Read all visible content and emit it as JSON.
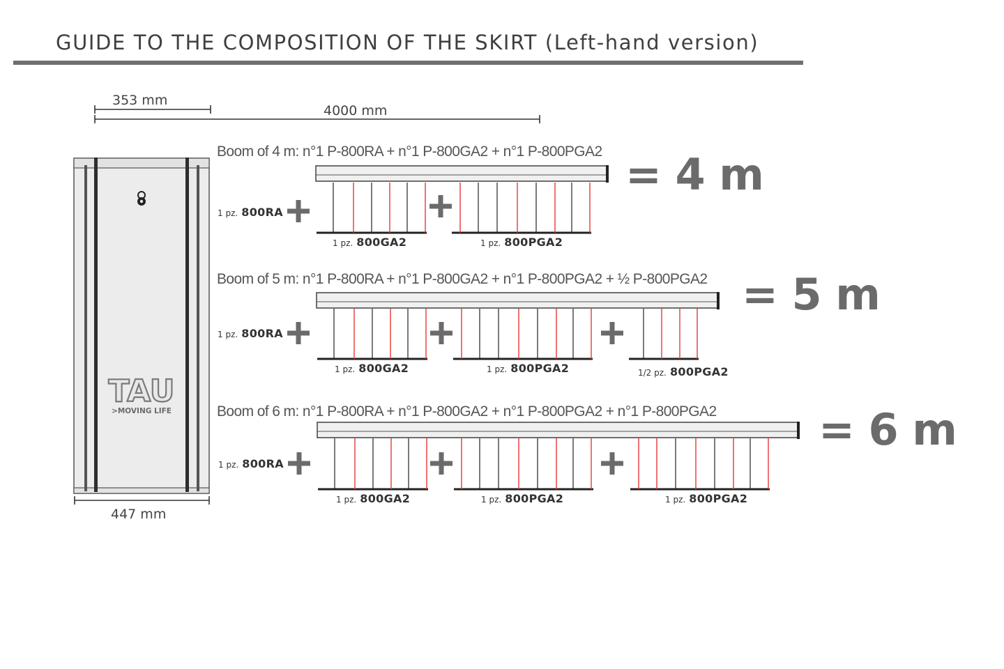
{
  "header": {
    "title": "GUIDE TO THE COMPOSITION OF THE SKIRT (Left-hand version)"
  },
  "dimensions": {
    "inner_width": "353 mm",
    "boom_length": "4000 mm",
    "cabinet_width": "447 mm"
  },
  "cabinet": {
    "brand": "TAU",
    "tagline": ">MOVING LIFE"
  },
  "compositions": [
    {
      "formula": "Boom of 4 m: n°1 P-800RA + n°1 P-800GA2 + n°1 P-800PGA2",
      "result": "= 4 m",
      "base": {
        "qty": "1 pz.",
        "code": "800RA"
      },
      "pieces": [
        {
          "qty": "1 pz.",
          "code": "800GA2"
        },
        {
          "qty": "1 pz.",
          "code": "800PGA2"
        }
      ]
    },
    {
      "formula": "Boom of 5 m: n°1 P-800RA + n°1 P-800GA2 + n°1 P-800PGA2 + ½ P-800PGA2",
      "result": "= 5 m",
      "base": {
        "qty": "1 pz.",
        "code": "800RA"
      },
      "pieces": [
        {
          "qty": "1 pz.",
          "code": "800GA2"
        },
        {
          "qty": "1 pz.",
          "code": "800PGA2"
        },
        {
          "qty": "1/2 pz.",
          "code": "800PGA2"
        }
      ]
    },
    {
      "formula": "Boom of 6 m: n°1 P-800RA + n°1 P-800GA2 + n°1 P-800PGA2 + n°1 P-800PGA2",
      "result": "= 6 m",
      "base": {
        "qty": "1 pz.",
        "code": "800RA"
      },
      "pieces": [
        {
          "qty": "1 pz.",
          "code": "800GA2"
        },
        {
          "qty": "1 pz.",
          "code": "800PGA2"
        },
        {
          "qty": "1 pz.",
          "code": "800PGA2"
        }
      ]
    }
  ],
  "colors": {
    "accent_red": "#e53935",
    "rule_gray": "#6f6f6f",
    "plus_gray": "#6b6b6b"
  }
}
